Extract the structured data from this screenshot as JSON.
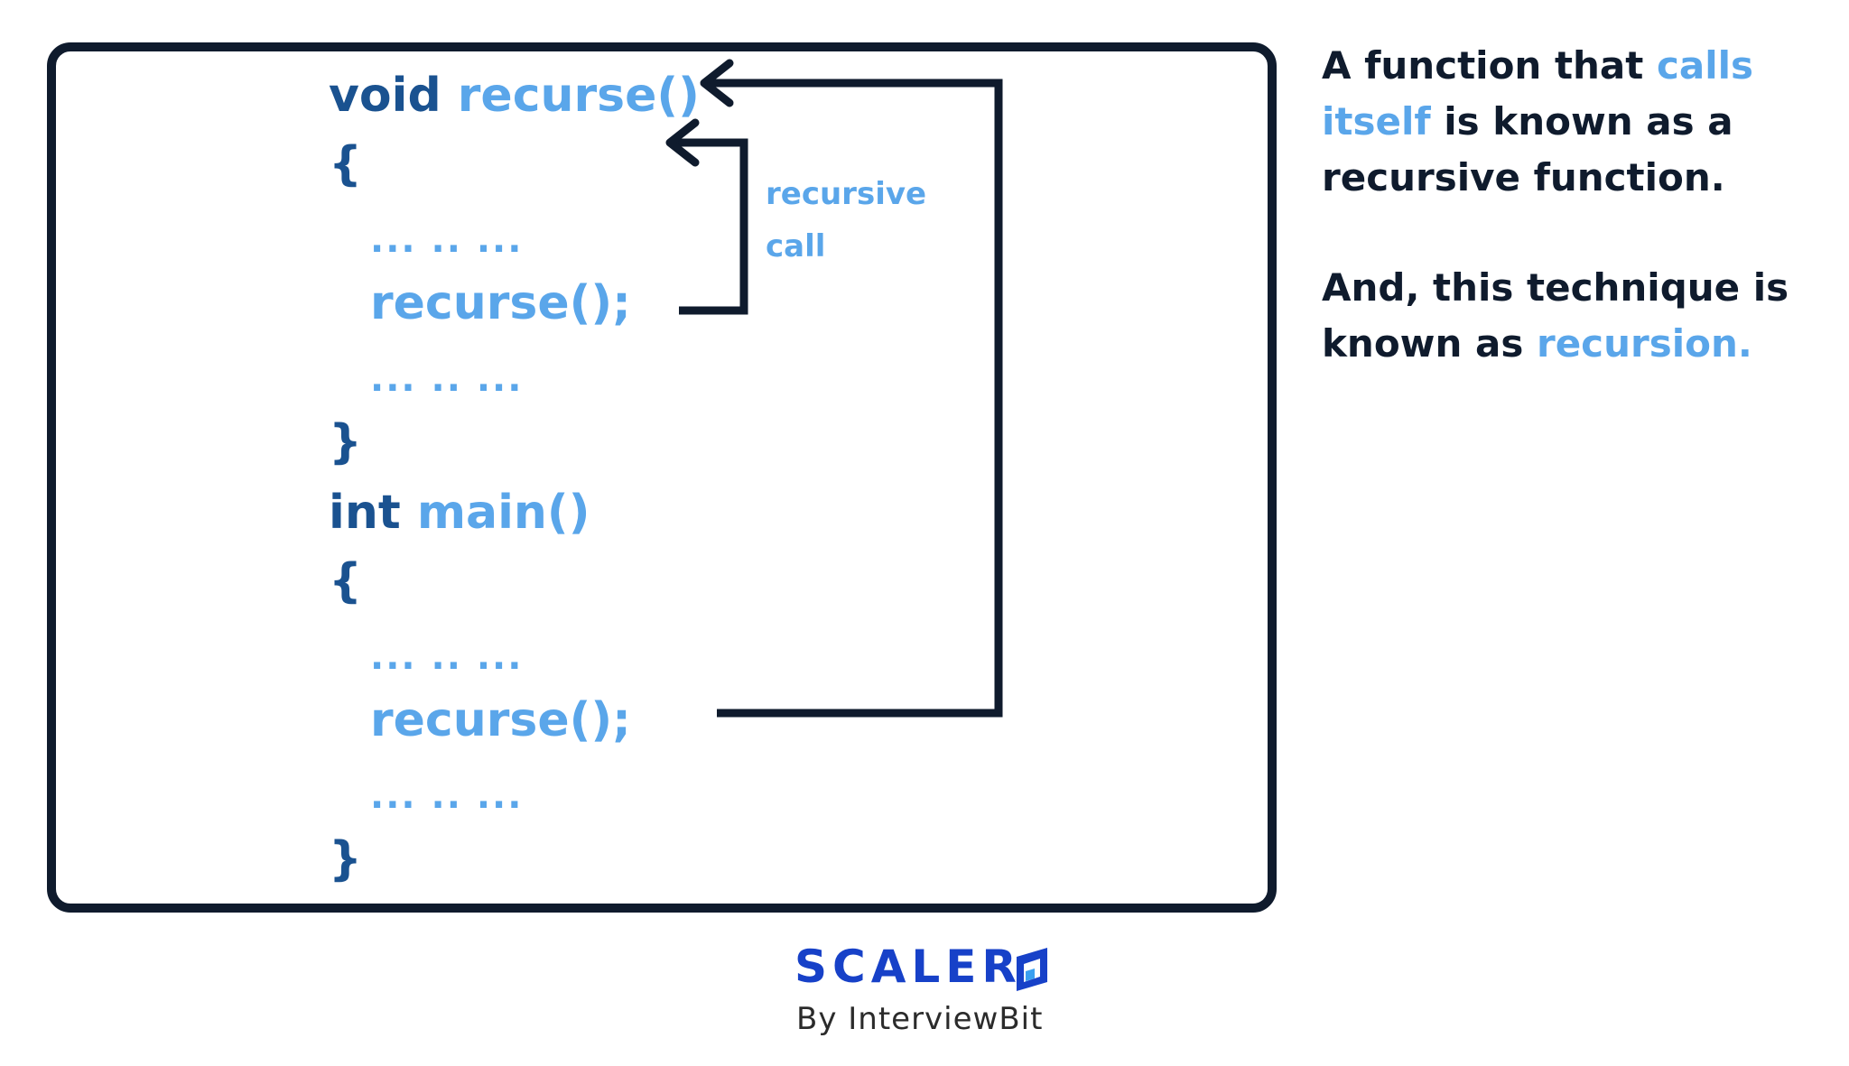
{
  "code": {
    "line1_kw": "void",
    "line1_fn": "recurse()",
    "open_brace_1": "{",
    "dots_1": "... .. ...",
    "inner_call_1": "recurse();",
    "dots_2": "... .. ...",
    "close_brace_1": "}",
    "line2_kw": "int",
    "line2_fn": "main()",
    "open_brace_2": "{",
    "dots_3": "... .. ...",
    "inner_call_2": "recurse();",
    "dots_4": "... .. ...",
    "close_brace_2": "}"
  },
  "labels": {
    "recursive_line1": "recursive",
    "recursive_line2": "call"
  },
  "description": {
    "p1_part1": "A function that ",
    "p1_highlight": "calls itself",
    "p1_part2": " is known as a recursive function.",
    "p2_part1": "And, this technique is known as ",
    "p2_highlight": "recursion."
  },
  "logo": {
    "name": "SCALER",
    "tagline": "By InterviewBit"
  },
  "colors": {
    "dark": "#0f1b2d",
    "keyword": "#1a5290",
    "accent": "#5aa6ea",
    "logo_blue": "#1741c8"
  }
}
